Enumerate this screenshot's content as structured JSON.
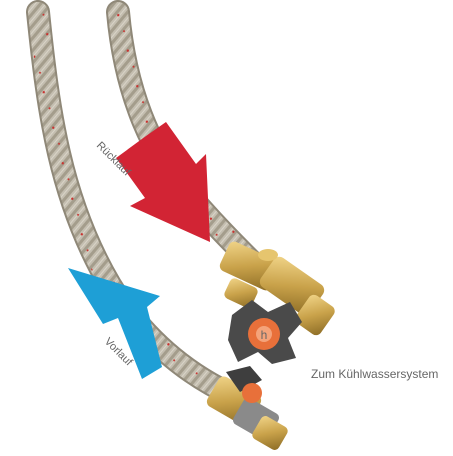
{
  "labels": {
    "return_flow": "Rücklauf",
    "supply_flow": "Vorlauf",
    "destination": "Zum Kühlwassersystem",
    "valve_mark": "h"
  },
  "colors": {
    "return_arrow": "#d22434",
    "supply_arrow": "#1e9fd6",
    "valve_handle": "#4a4a4a",
    "valve_center": "#e8703a",
    "brass": "#c9a24a",
    "hose_braid": "#b9b2a2"
  },
  "icons": {
    "return_arrow": "arrow-down-right-icon",
    "supply_arrow": "arrow-up-left-icon",
    "valve": "ball-valve-icon"
  }
}
